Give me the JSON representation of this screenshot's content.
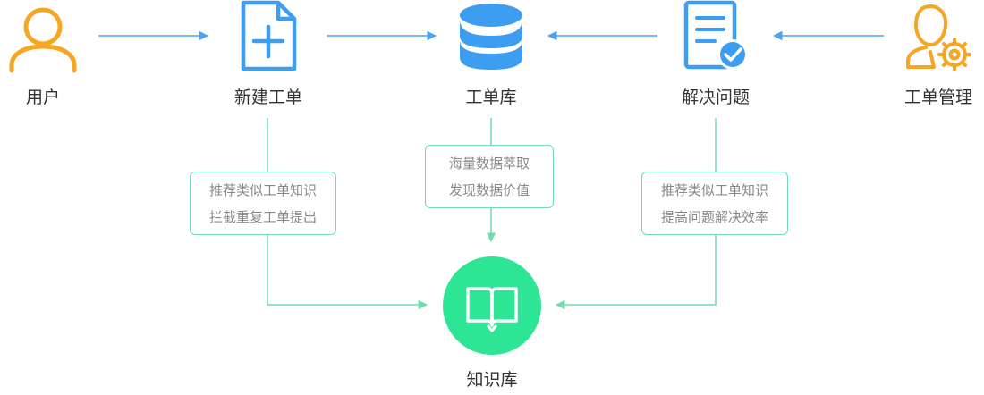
{
  "nodes": {
    "user": {
      "label": "用户",
      "icon": "user-icon"
    },
    "new_ticket": {
      "label": "新建工单",
      "icon": "new-document-icon"
    },
    "ticket_db": {
      "label": "工单库",
      "icon": "database-icon"
    },
    "resolve": {
      "label": "解决问题",
      "icon": "checked-document-icon"
    },
    "ticket_admin": {
      "label": "工单管理",
      "icon": "user-gear-icon"
    },
    "knowledge_base": {
      "label": "知识库",
      "icon": "book-icon"
    }
  },
  "notes": {
    "left": [
      "推荐类似工单知识",
      "拦截重复工单提出"
    ],
    "middle": [
      "海量数据萃取",
      "发现数据价值"
    ],
    "right": [
      "推荐类似工单知识",
      "提高问题解决效率"
    ]
  },
  "colors": {
    "orange": "#f5a623",
    "blue": "#3d9df0",
    "arrow_blue": "#4aa3f0",
    "green": "#2ee495",
    "green_line": "#6fdcae",
    "text": "#333333",
    "note_text": "#888888"
  }
}
